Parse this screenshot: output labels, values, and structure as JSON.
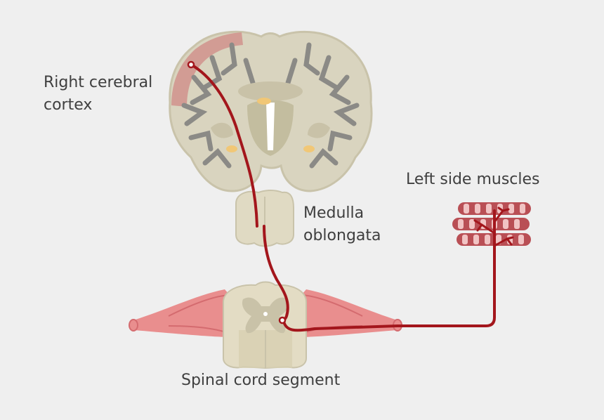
{
  "labels": {
    "cortex_line1": "Right cerebral",
    "cortex_line2": "cortex",
    "medulla_line1": "Medulla",
    "medulla_line2": "oblongata",
    "muscles": "Left side muscles",
    "spinal": "Spinal cord segment"
  },
  "colors": {
    "background": "#efefef",
    "brain_fill": "#d9d4bf",
    "brain_outline": "#c9c3aa",
    "brain_sulci": "#8b8a86",
    "cortex_highlight": "#cf8a86",
    "pathway": "#a3161c",
    "nerve": "#e98e8e",
    "muscle_dark": "#b94f55",
    "muscle_light": "#f1c3c3",
    "spinal_white": "#e3dcc4",
    "spinal_grey": "#c9c2a8"
  }
}
